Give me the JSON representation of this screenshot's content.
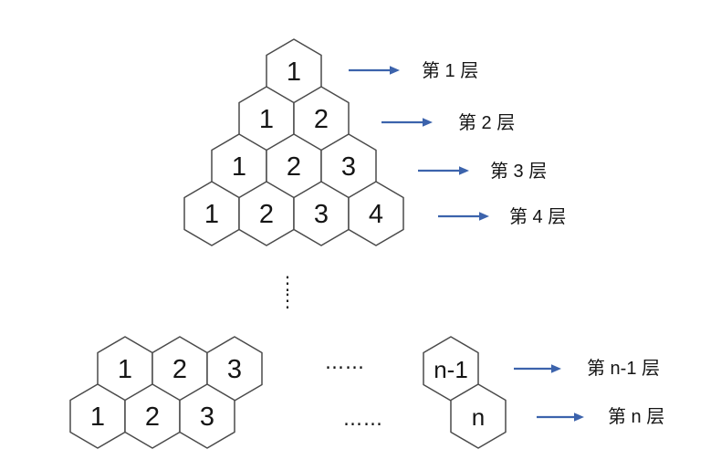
{
  "diagram": {
    "title_semantic": "hexagon-layer-pyramid",
    "pyramid": {
      "rows": [
        {
          "cells": [
            "1"
          ],
          "layer_label": "第 1 层"
        },
        {
          "cells": [
            "1",
            "2"
          ],
          "layer_label": "第 2 层"
        },
        {
          "cells": [
            "1",
            "2",
            "3"
          ],
          "layer_label": "第 3 层"
        },
        {
          "cells": [
            "1",
            "2",
            "3",
            "4"
          ],
          "layer_label": "第 4 层"
        }
      ]
    },
    "ellipsis_vertical": "⋮",
    "tail": {
      "rows": [
        {
          "cells": [
            "1",
            "2",
            "3"
          ],
          "ellipsis": "……",
          "end_cell": "n-1",
          "layer_label": "第 n-1 层"
        },
        {
          "cells": [
            "1",
            "2",
            "3"
          ],
          "ellipsis": "……",
          "end_cell": "n",
          "layer_label": "第 n 层"
        }
      ]
    },
    "colors": {
      "arrow_blue": "#3c63ac",
      "hex_outline": "#4a4a4a",
      "number_text": "#151515"
    }
  }
}
